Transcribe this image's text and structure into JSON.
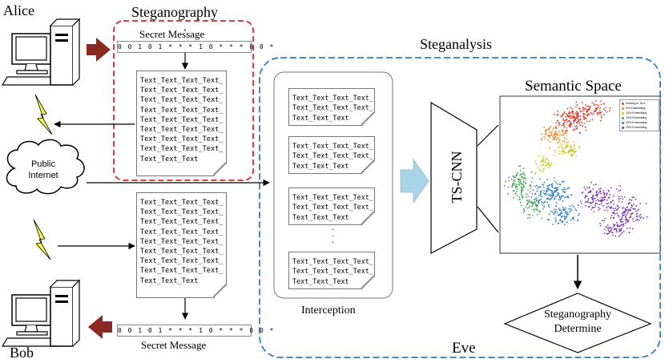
{
  "actors": {
    "alice": "Alice",
    "bob": "Bob",
    "eve": "Eve"
  },
  "steganography": {
    "title": "Steganography",
    "secret_message_label": "Secret Message",
    "bits": "0 0 1 0 1 * * * 1 0 * * * 0 0 *",
    "doc_lines": [
      "Text_Text_Text_Text_",
      "Text_Text_Text_Text_",
      "Text_Text_Text_Text_",
      "Text_Text_Text_Text_",
      "Text_Text_Text_Text_",
      "Text_Text_Text_Text_",
      "Text_Text_Text_Text_",
      "Text_Text_Text_Text_",
      "Text_Text_Text"
    ]
  },
  "network": {
    "line1": "Public",
    "line2": "Internet"
  },
  "bob_side": {
    "secret_message_label": "Secret Message",
    "bits": "0 0 1 0 1 * * * 1 0 * * * 0 0 *",
    "doc_lines": [
      "Text_Text_Text_Text_",
      "Text_Text_Text_Text_",
      "Text_Text_Text_Text_",
      "Text_Text_Text_Text_",
      "Text_Text_Text_Text_",
      "Text_Text_Text_Text_",
      "Text_Text_Text_Text_",
      "Text_Text_Text_Text_",
      "Text_Text_Text"
    ]
  },
  "steganalysis": {
    "title": "Steganalysis",
    "interception_label": "Interception",
    "intercept_doc_lines": [
      "Text_Text_Text_Text_",
      "Text_Text_Text_Text_",
      "Text_Text_Text"
    ],
    "ellipsis": "·\n·\n·",
    "model": "TS-CNN",
    "semantic_space_title": "Semantic Space",
    "decision": {
      "line1": "Steganography",
      "line2": "Determine"
    },
    "legend": [
      {
        "label": "Nothing in Text",
        "color": "#e03a2a"
      },
      {
        "label": "5% Embedding",
        "color": "#f08a24"
      },
      {
        "label": "10% Embedding",
        "color": "#c8c820"
      },
      {
        "label": "15% Embedding",
        "color": "#3aa84a"
      },
      {
        "label": "20% Embedding",
        "color": "#2a7fc8"
      },
      {
        "label": "25% Embedding",
        "color": "#7a3aa8"
      }
    ]
  },
  "colors": {
    "steganography_border": "#e0202a",
    "steganalysis_border": "#2a7fc0",
    "arrow_fill": "#8b2a22",
    "bolt_fill": "#ffff44",
    "flow_arrow_fill": "#a8d4e6"
  }
}
